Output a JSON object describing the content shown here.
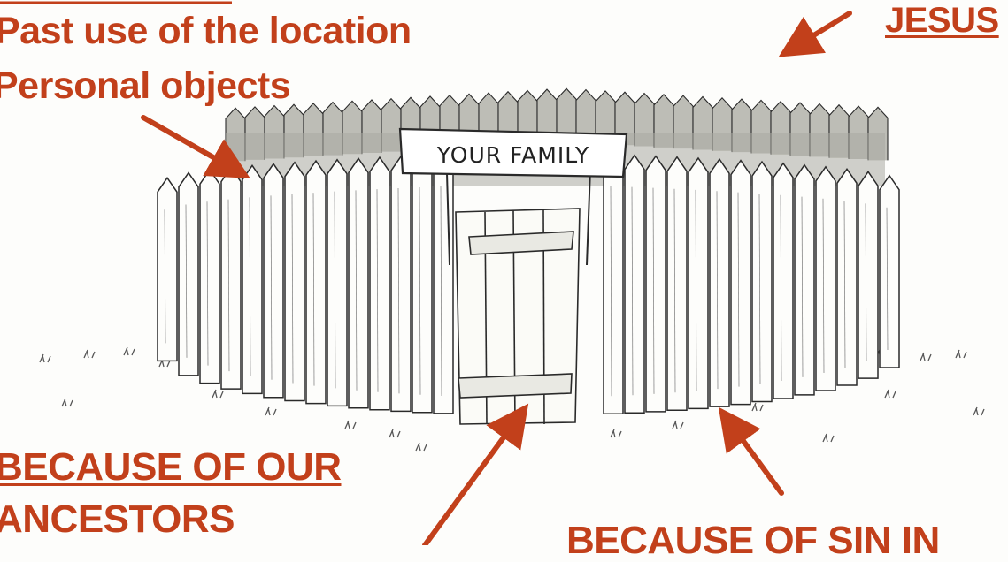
{
  "colors": {
    "annotation": "#c2401b",
    "ink": "#2a2a2a",
    "paper": "#fdfdfb"
  },
  "sign": {
    "text": "YOUR FAMILY"
  },
  "labels": {
    "past_use": "Past use of the location",
    "personal_objects": "Personal objects",
    "jesus": "JESUS",
    "ancestors_line1": "BECAUSE OF OUR",
    "ancestors_line2": "ANCESTORS",
    "sin": "BECAUSE OF SIN IN"
  },
  "icons": [
    "arrow-icon",
    "fence-illustration",
    "grass-tufts"
  ]
}
